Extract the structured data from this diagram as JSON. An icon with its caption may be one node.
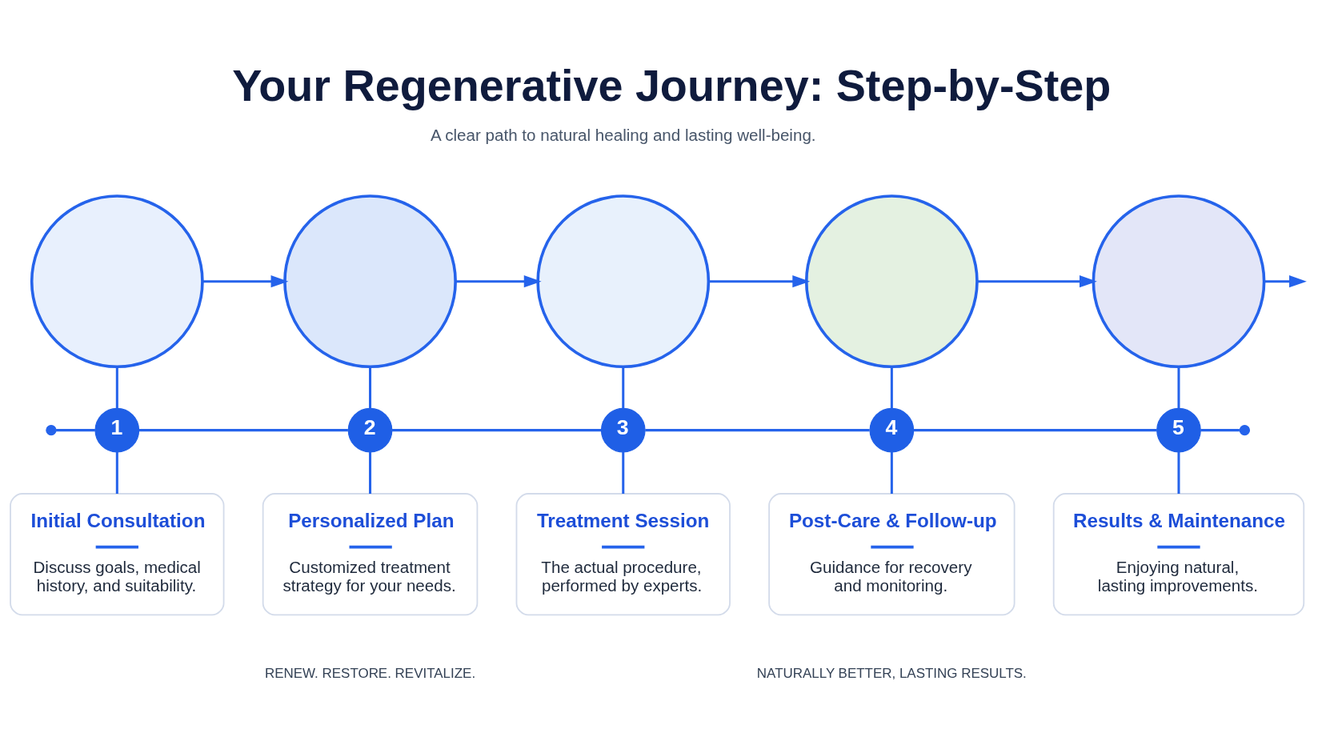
{
  "diagram": {
    "title": "Your Regenerative Journey: Step-by-Step",
    "nodes": [
      {
        "text": [],
        "shape": "circle"
      },
      {
        "text": [],
        "shape": "circle"
      },
      {
        "text": [],
        "shape": "circle"
      },
      {
        "text": [],
        "shape": "circle"
      },
      {
        "text": [],
        "shape": "circle"
      },
      {
        "text": [],
        "shape": "circle"
      },
      {
        "text": [
          "1"
        ]
      },
      {
        "text": [
          "2"
        ]
      },
      {
        "text": [
          "3"
        ]
      },
      {
        "text": [
          "4"
        ]
      },
      {
        "text": [
          "5"
        ]
      },
      {
        "text": [],
        "shape": "circle"
      },
      {
        "text": [
          "Initial Consultation",
          "Discuss goals, medical history, and suitability."
        ]
      },
      {
        "text": [
          "Personalized Plan",
          "Customized treatment strategy for your needs."
        ]
      },
      {
        "text": [
          "Treatment Session",
          "The actual procedure, performed by experts."
        ]
      },
      {
        "text": [
          "Post-Care & Follow-up",
          "Guidance for recovery and monitoring."
        ]
      },
      {
        "text": [
          "Results & Maintenance",
          "Enjoying natural, lasting improvements."
        ]
      }
    ],
    "edges": [
      {
        "from": 0,
        "to": 1,
        "arrow": "to"
      },
      {
        "from": 1,
        "to": 2,
        "arrow": "to"
      },
      {
        "from": 2,
        "to": 3,
        "arrow": "to"
      },
      {
        "from": 3,
        "to": 4,
        "arrow": "to"
      },
      {
        "from": 4,
        "to": null,
        "arrow": "to"
      },
      {
        "from": 5,
        "to": 6,
        "arrow": "none"
      },
      {
        "from": 6,
        "to": 7,
        "arrow": "none"
      },
      {
        "from": 7,
        "to": 8,
        "arrow": "none"
      },
      {
        "from": 8,
        "to": 9,
        "arrow": "none"
      },
      {
        "from": 9,
        "to": 10,
        "arrow": "none"
      },
      {
        "from": 10,
        "to": 11,
        "arrow": "none"
      },
      {
        "from": 0,
        "to": 6,
        "arrow": "none"
      },
      {
        "from": 6,
        "to": 12,
        "arrow": "none"
      },
      {
        "from": 1,
        "to": 7,
        "arrow": "none"
      },
      {
        "from": 7,
        "to": 13,
        "arrow": "none"
      },
      {
        "from": 2,
        "to": 8,
        "arrow": "none"
      },
      {
        "from": 8,
        "to": 14,
        "arrow": "none"
      },
      {
        "from": 3,
        "to": 9,
        "arrow": "none"
      },
      {
        "from": 9,
        "to": 15,
        "arrow": "none"
      },
      {
        "from": 4,
        "to": 10,
        "arrow": "none"
      },
      {
        "from": 10,
        "to": 16,
        "arrow": "none"
      }
    ],
    "labels": [
      "A clear path to natural healing and lasting well-being.",
      "RENEW. RESTORE. REVITALIZE.",
      "NATURALLY BETTER, LASTING RESULTS."
    ]
  }
}
